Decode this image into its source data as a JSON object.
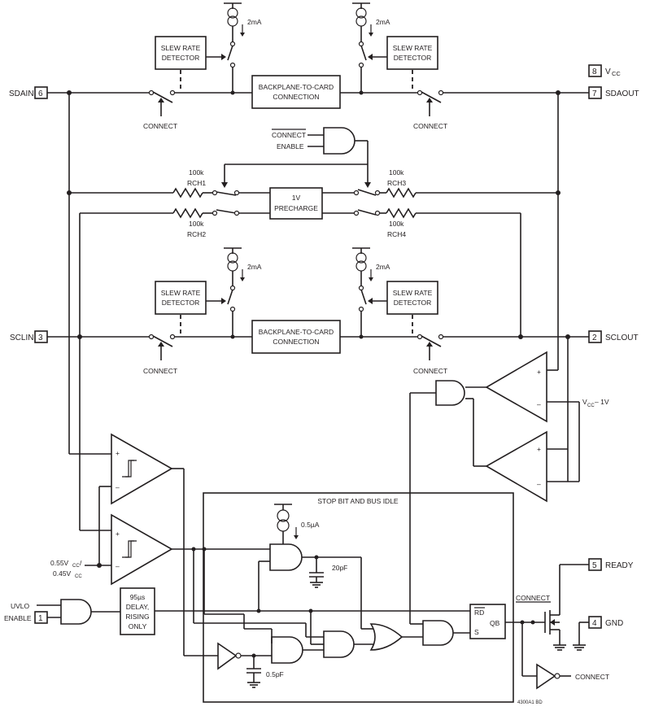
{
  "pins": {
    "sdain": {
      "name": "SDAIN",
      "num": "6"
    },
    "sdaout": {
      "name": "SDAOUT",
      "num": "7"
    },
    "vcc": {
      "name": "V",
      "sub": "CC",
      "num": "8"
    },
    "sclin": {
      "name": "SCLIN",
      "num": "3"
    },
    "sclout": {
      "name": "SCLOUT",
      "num": "2"
    },
    "enable": {
      "name": "ENABLE",
      "num": "1"
    },
    "ready": {
      "name": "READY",
      "num": "5"
    },
    "gnd": {
      "name": "GND",
      "num": "4"
    }
  },
  "labels": {
    "slew_rate_1": "SLEW RATE",
    "slew_rate_2": "DETECTOR",
    "backplane_1": "BACKPLANE-TO-CARD",
    "backplane_2": "CONNECTION",
    "connect": "CONNECT",
    "connect_bar": "CONNECT",
    "enable": "ENABLE",
    "current_2ma": "2mA",
    "current_05ua": "0.5µA",
    "r100k": "100k",
    "rch1": "RCH1",
    "rch2": "RCH2",
    "rch3": "RCH3",
    "rch4": "RCH4",
    "precharge_1": "1V",
    "precharge_2": "PRECHARGE",
    "vcc_minus_1v_a": "V",
    "vcc_minus_1v_sub": "CC",
    "vcc_minus_1v_b": " – 1V",
    "threshold_1a": "0.55V",
    "threshold_1sub": "CC",
    "threshold_1b": "/",
    "threshold_2a": "0.45V",
    "threshold_2sub": "CC",
    "stop_bit": "STOP BIT AND BUS IDLE",
    "uvlo": "UVLO",
    "delay_1": "95µs",
    "delay_2": "DELAY,",
    "delay_3": "RISING",
    "delay_4": "ONLY",
    "cap_20pf": "20pF",
    "cap_05pf": "0.5pF",
    "ff_rd": "RD",
    "ff_s": "S",
    "ff_qb": "QB",
    "plus": "+",
    "minus": "–",
    "fig_id": "4300A1 BD"
  }
}
